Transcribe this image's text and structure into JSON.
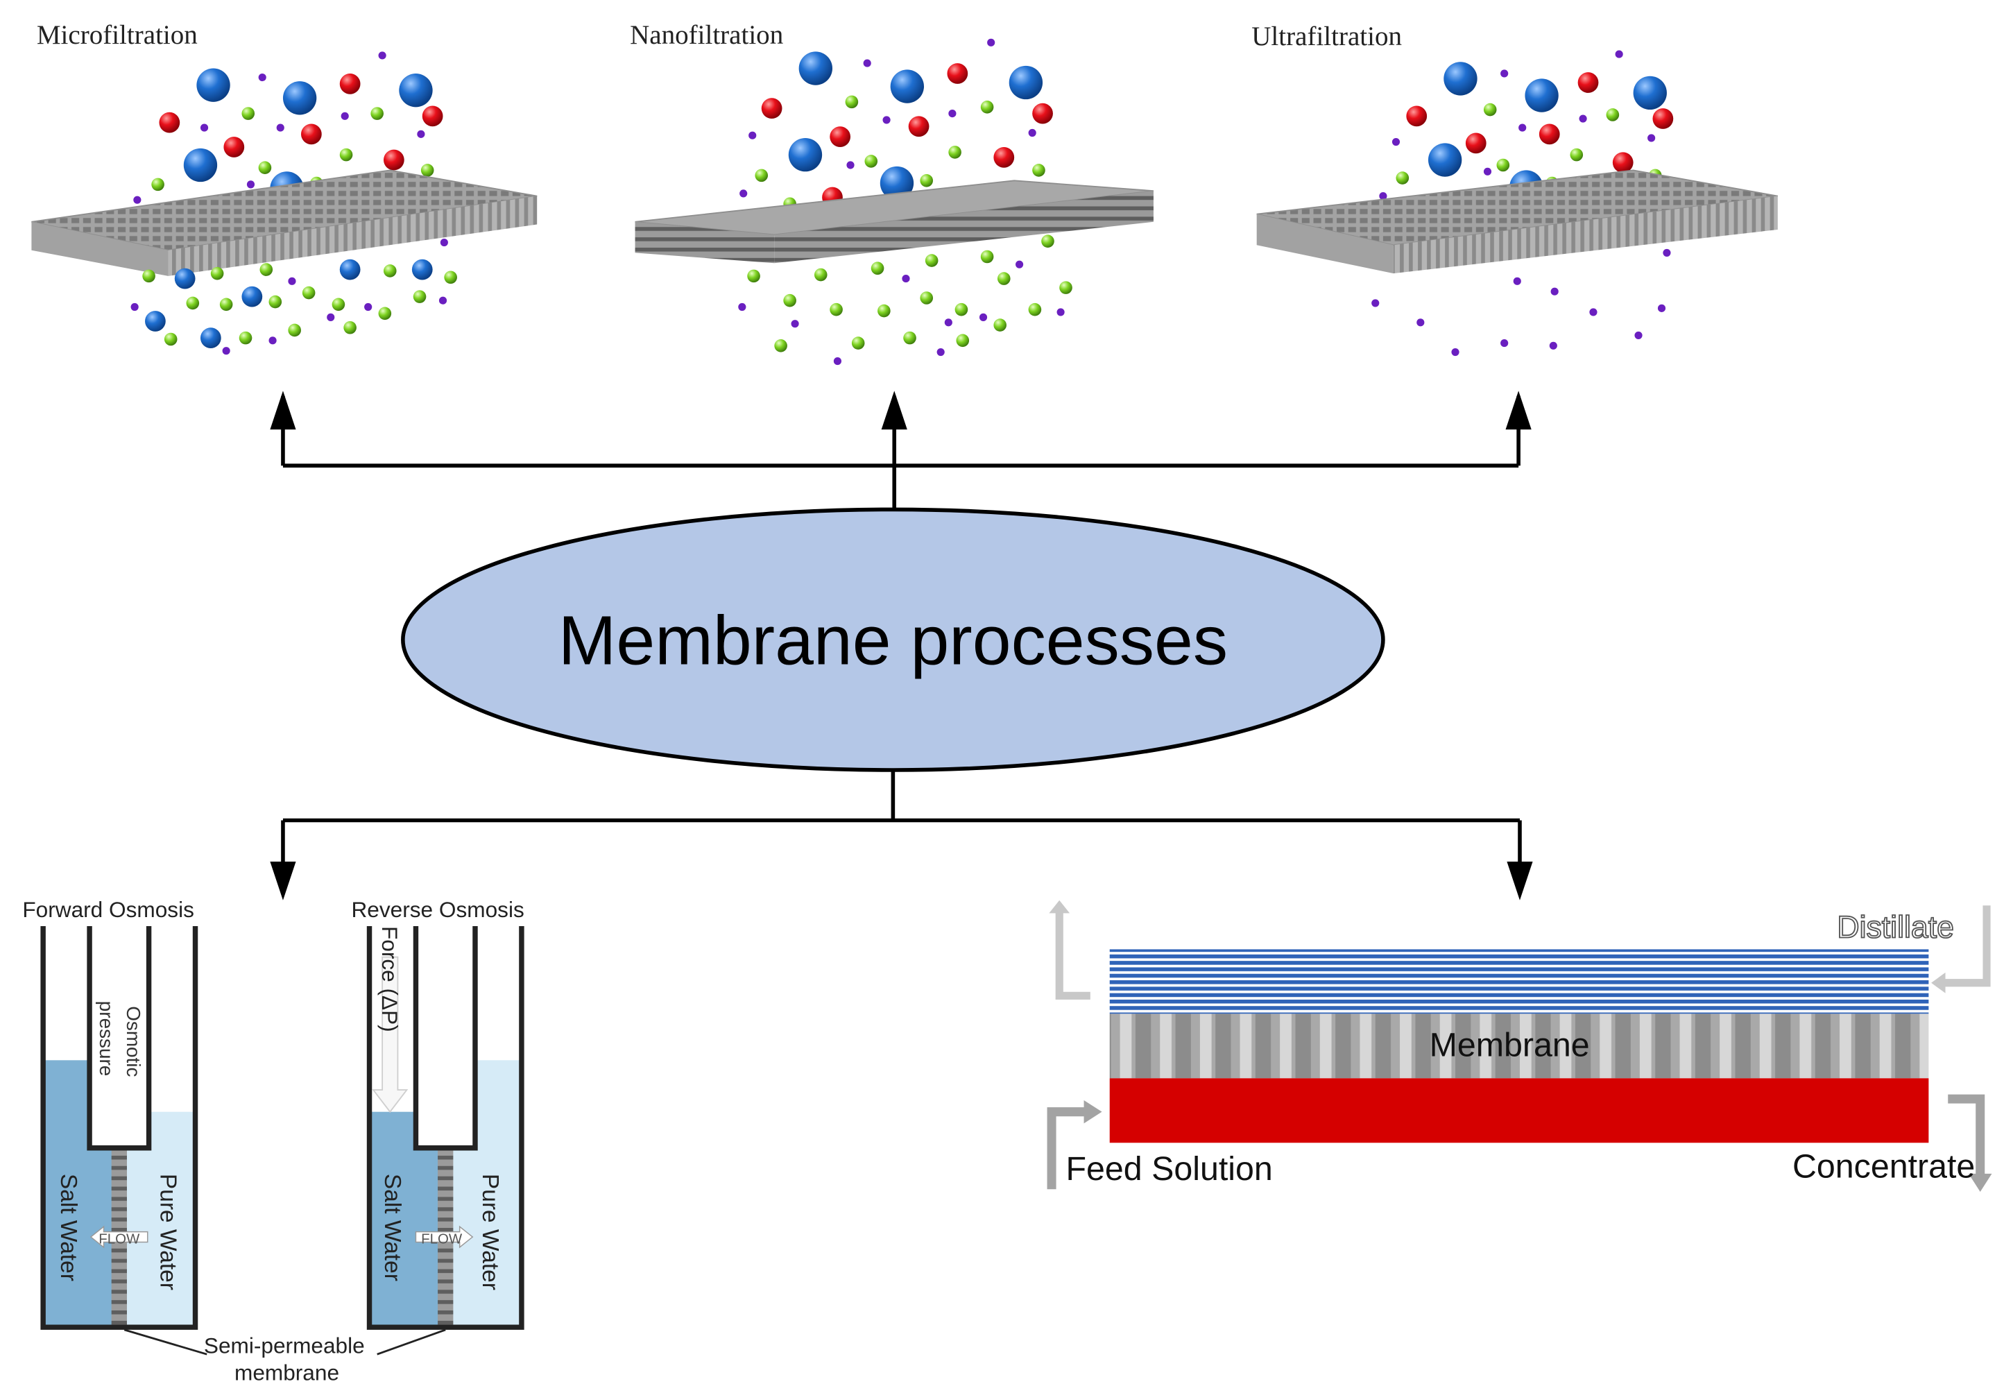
{
  "central": {
    "label": "Membrane processes"
  },
  "top_processes": [
    {
      "label": "Microfiltration"
    },
    {
      "label": "Nanofiltration"
    },
    {
      "label": "Ultrafiltration"
    }
  ],
  "osmosis": {
    "forward": {
      "title": "Forward Osmosis",
      "pressure_line1": "Osmotic",
      "pressure_line2": "pressure",
      "left_label": "Salt Water",
      "right_label": "Pure Water",
      "flow": "FLOW"
    },
    "reverse": {
      "title": "Reverse Osmosis",
      "force": "Force (ΔP)",
      "left_label": "Salt Water",
      "right_label": "Pure Water",
      "flow": "FLOW"
    },
    "membrane_line1": "Semi-permeable",
    "membrane_line2": "membrane"
  },
  "distillation": {
    "distillate": "Distillate",
    "membrane": "Membrane",
    "feed": "Feed Solution",
    "concentrate": "Concentrate"
  },
  "colors": {
    "ellipse_fill": "#b4c7e7",
    "particle_blue": "#1f6fd1",
    "particle_red": "#e8101a",
    "particle_green": "#7ed321",
    "particle_purple": "#6a1fc0",
    "salt_water": "#7fb1d3",
    "pure_water": "#d6ebf7",
    "feed_red": "#d50000",
    "distillate_blue": "#2f63b8"
  }
}
